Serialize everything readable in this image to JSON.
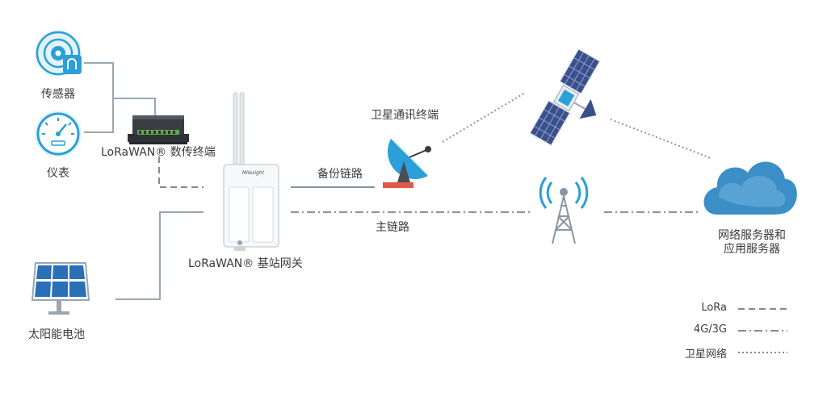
{
  "labels": {
    "sensor": "传感器",
    "meter": "仪表",
    "data_terminal": "LoRaWAN® 数传终端",
    "solar": "太阳能电池",
    "gateway": "LoRaWAN® 基站网关",
    "gateway_brand": "Milesight",
    "backup_link": "备份链路",
    "main_link": "主链路",
    "satellite_terminal": "卫星通讯终端",
    "server_line1": "网络服务器和",
    "server_line2": "应用服务器"
  },
  "legend": [
    {
      "label": "LoRa",
      "style": "dashed"
    },
    {
      "label": "4G/3G",
      "style": "dash-dot"
    },
    {
      "label": "卫星网络",
      "style": "dotted"
    }
  ],
  "colors": {
    "accent": "#2a9fd8",
    "cloud": "#3c8ec6",
    "line": "#8a97a6",
    "satellite_panel": "#3b4f8a",
    "dish_red": "#e0584a"
  }
}
